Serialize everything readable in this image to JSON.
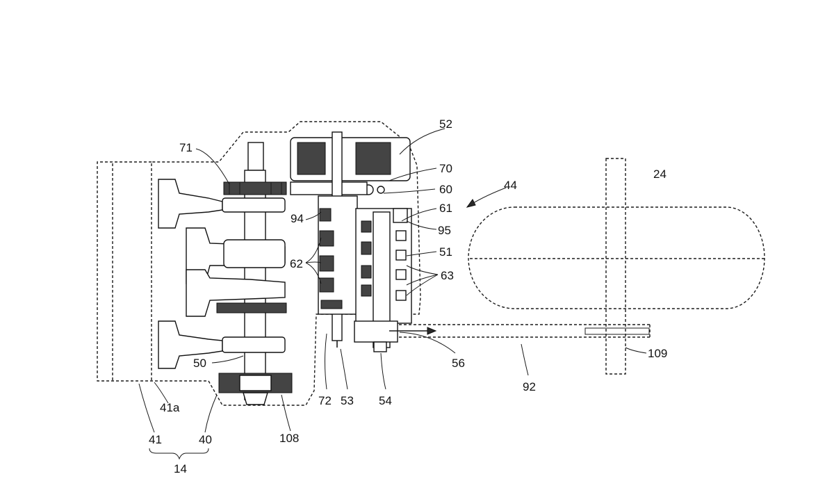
{
  "diagram": {
    "labels": {
      "l24": "24",
      "l52": "52",
      "l70": "70",
      "l60": "60",
      "l44": "44",
      "l61": "61",
      "l71": "71",
      "l94": "94",
      "l95": "95",
      "l51": "51",
      "l62": "62",
      "l63": "63",
      "l56": "56",
      "l109": "109",
      "l50": "50",
      "l72": "72",
      "l53": "53",
      "l54": "54",
      "l92": "92",
      "l41a": "41a",
      "l41": "41",
      "l40": "40",
      "l108": "108",
      "l14": "14"
    }
  }
}
